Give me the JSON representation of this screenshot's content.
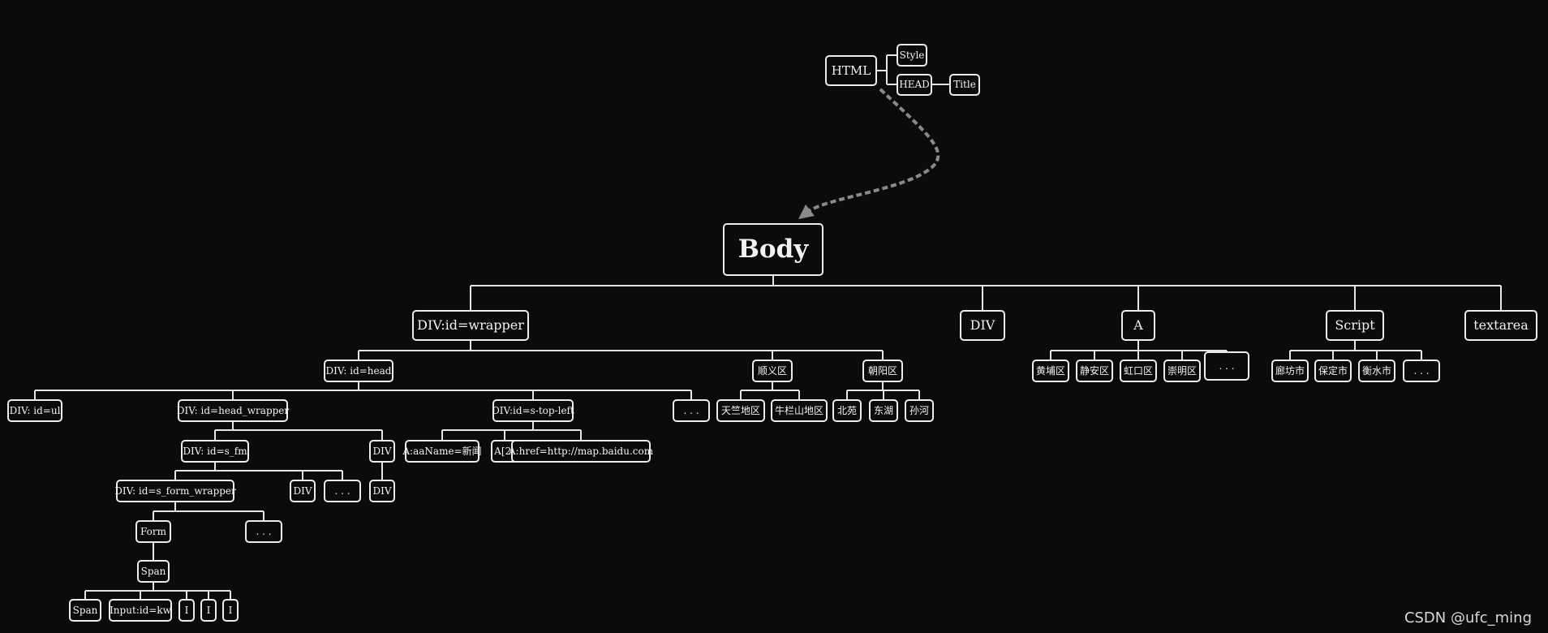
{
  "nodes": {
    "html": "HTML",
    "style": "Style",
    "head": "HEAD",
    "title": "Title",
    "body": "Body",
    "div_wrapper": "DIV:id=wrapper",
    "div": "DIV",
    "a": "A",
    "script": "Script",
    "textarea": "textarea",
    "div_head": "DIV: id=head",
    "shunyi": "顺义区",
    "chaoyang": "朝阳区",
    "huangpu": "黄埔区",
    "jingan": "静安区",
    "hongkou": "虹口区",
    "chongming": "崇明区",
    "a_more": ". . .",
    "langfang": "廊坊市",
    "baoding": "保定市",
    "hengshui": "衡水市",
    "script_more": ". . .",
    "div_ul": "DIV: id=ul",
    "div_head_wrapper": "DIV: id=head_wrapper",
    "div_top_left": "DIV:id=s-top-left",
    "head_more": ". . .",
    "tianzhu": "天竺地区",
    "niulanshan": "牛栏山地区",
    "beiyuan": "北苑",
    "donghu": "东湖",
    "sunhe": "孙河",
    "div_s_fm": "DIV: id=s_fm",
    "div_hw": "DIV",
    "a_news": "A:aaName=新闻",
    "a2": "A[2]",
    "a_href": "A:href=http://map.baidu.com",
    "div_form_wrapper": "DIV: id=s_form_wrapper",
    "div_fm2": "DIV",
    "fm_more": ". . .",
    "div_hw_child": "DIV",
    "form": "Form",
    "fw_more": ". . .",
    "span": "Span",
    "span_child": "Span",
    "input_kw": "Input:id=kw",
    "i1": "I",
    "i2": "I",
    "i3": "I"
  },
  "watermark": "CSDN @ufc_ming",
  "colors": {
    "background": "#0b0b0b",
    "node_border": "#ececec",
    "connector": "#e6e6e6",
    "dashed_arrow": "#8a8a8a"
  }
}
